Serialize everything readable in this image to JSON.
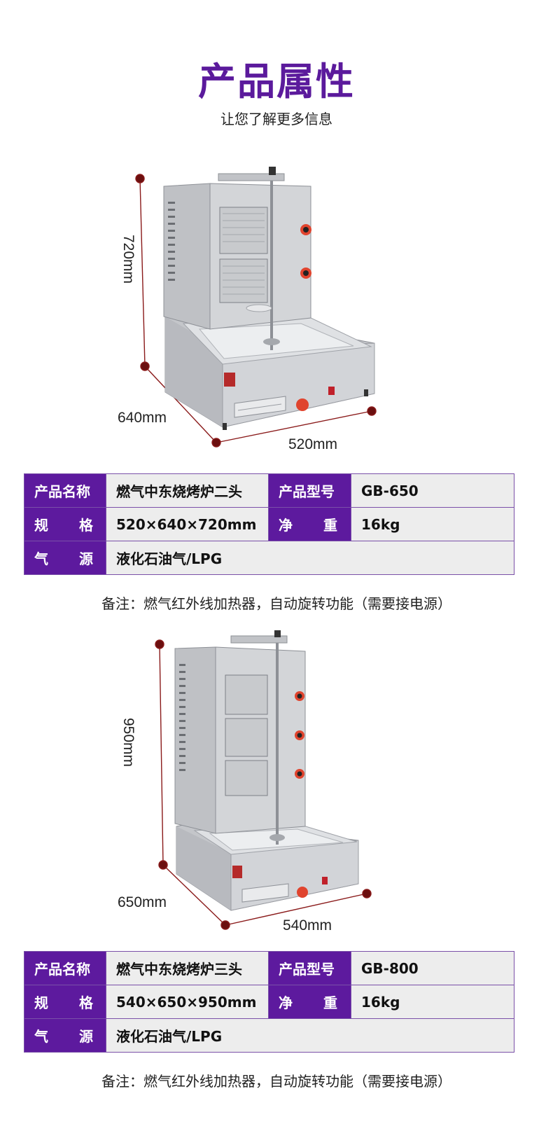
{
  "header": {
    "title": "产品属性",
    "subtitle": "让您了解更多信息"
  },
  "products": [
    {
      "dims": {
        "height": "720mm",
        "depth": "640mm",
        "width": "520mm"
      },
      "specs": {
        "name_label": "产品名称",
        "name": "燃气中东烧烤炉二头",
        "model_label": "产品型号",
        "model": "GB-650",
        "size_label_a": "规",
        "size_label_b": "格",
        "size": "520×640×720mm",
        "weight_label_a": "净",
        "weight_label_b": "重",
        "weight": "16kg",
        "source_label_a": "气",
        "source_label_b": "源",
        "source": "液化石油气/LPG"
      },
      "note": "备注：燃气红外线加热器，自动旋转功能（需要接电源）"
    },
    {
      "dims": {
        "height": "950mm",
        "depth": "650mm",
        "width": "540mm"
      },
      "specs": {
        "name_label": "产品名称",
        "name": "燃气中东烧烤炉三头",
        "model_label": "产品型号",
        "model": "GB-800",
        "size_label_a": "规",
        "size_label_b": "格",
        "size": "540×650×950mm",
        "weight_label_a": "净",
        "weight_label_b": "重",
        "weight": "16kg",
        "source_label_a": "气",
        "source_label_b": "源",
        "source": "液化石油气/LPG"
      },
      "note": "备注：燃气红外线加热器，自动旋转功能（需要接电源）"
    }
  ],
  "colors": {
    "accent": "#5d1a9e",
    "title": "#5b1a9c",
    "dimension_line": "#8a1a1a",
    "steel": "#c9cbcf"
  }
}
